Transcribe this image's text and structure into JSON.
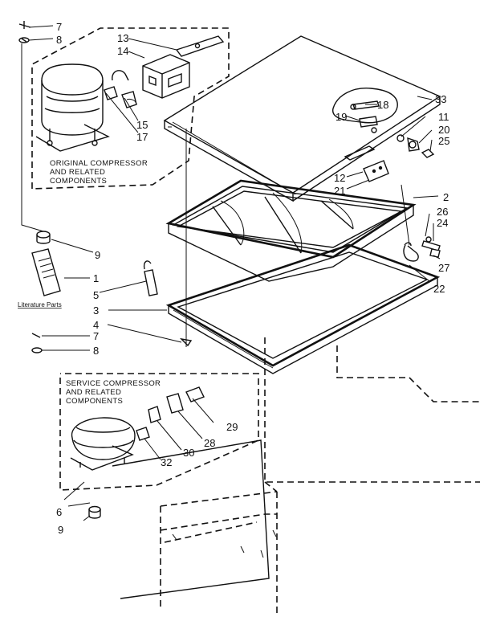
{
  "captions": {
    "original": [
      "ORIGINAL COMPRESSOR",
      "AND RELATED",
      "COMPONENTS"
    ],
    "service": [
      "SERVICE COMPRESSOR",
      "AND RELATED",
      "COMPONENTS"
    ],
    "literature": "Literature Parts"
  },
  "callouts": {
    "c7a": "7",
    "c8a": "8",
    "c13": "13",
    "c14": "14",
    "c15": "15",
    "c17": "17",
    "c33": "33",
    "c18": "18",
    "c19": "19",
    "c11": "11",
    "c20": "20",
    "c25": "25",
    "c12": "12",
    "c21": "21",
    "c2": "2",
    "c26": "26",
    "c24": "24",
    "c27": "27",
    "c22": "22",
    "c9a": "9",
    "c1": "1",
    "c5": "5",
    "c3": "3",
    "c4": "4",
    "c7b": "7",
    "c8b": "8",
    "c29": "29",
    "c28": "28",
    "c30": "30",
    "c32": "32",
    "c6": "6",
    "c9b": "9"
  }
}
